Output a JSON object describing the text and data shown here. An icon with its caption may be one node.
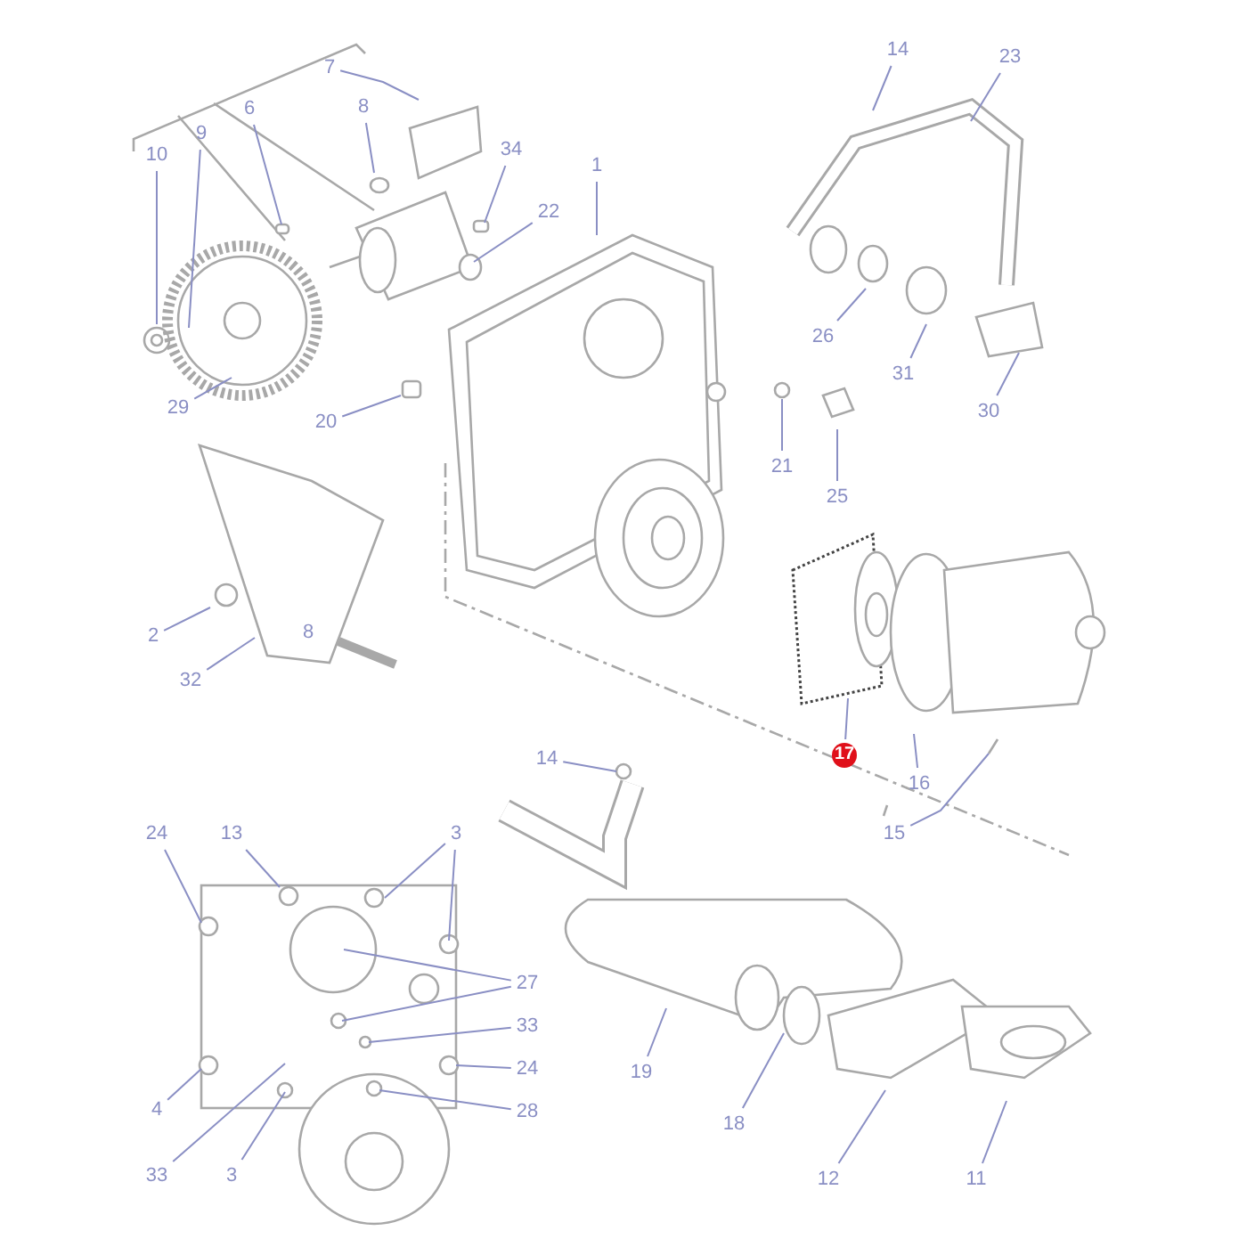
{
  "diagram": {
    "nodes": [
      {
        "text": [
          "14"
        ]
      },
      {
        "text": [
          "23"
        ]
      },
      {
        "text": [
          "7"
        ]
      },
      {
        "text": [
          "8"
        ]
      },
      {
        "text": [
          "6"
        ]
      },
      {
        "text": [
          "9"
        ]
      },
      {
        "text": [
          "34"
        ]
      },
      {
        "text": [
          "10"
        ]
      },
      {
        "text": [
          "1"
        ]
      },
      {
        "text": [
          "22"
        ]
      },
      {
        "text": [
          "26"
        ]
      },
      {
        "text": [
          "31"
        ]
      },
      {
        "text": [
          "29"
        ]
      },
      {
        "text": [
          "30"
        ]
      },
      {
        "text": [
          "20"
        ]
      },
      {
        "text": [
          "21"
        ]
      },
      {
        "text": [
          "25"
        ]
      },
      {
        "text": [
          "2"
        ]
      },
      {
        "text": [
          "32"
        ]
      },
      {
        "text": [
          "17"
        ]
      },
      {
        "text": [
          "14"
        ]
      },
      {
        "text": [
          "16"
        ]
      },
      {
        "text": [
          "15"
        ]
      },
      {
        "text": [
          "24"
        ]
      },
      {
        "text": [
          "13"
        ]
      },
      {
        "text": [
          "3"
        ]
      },
      {
        "text": [
          "27"
        ]
      },
      {
        "text": [
          "33"
        ]
      },
      {
        "text": [
          "24"
        ]
      },
      {
        "text": [
          "19"
        ]
      },
      {
        "text": [
          "4"
        ]
      },
      {
        "text": [
          "28"
        ]
      },
      {
        "text": [
          "18"
        ]
      },
      {
        "text": [
          "33"
        ]
      },
      {
        "text": [
          "3"
        ]
      },
      {
        "text": [
          "12"
        ]
      },
      {
        "text": [
          "11"
        ]
      }
    ],
    "edges": [
      {
        "from": 0,
        "to": null,
        "arrow": "none"
      },
      {
        "from": 1,
        "to": null,
        "arrow": "none"
      },
      {
        "from": 2,
        "to": null,
        "arrow": "none"
      },
      {
        "from": 3,
        "to": null,
        "arrow": "none"
      },
      {
        "from": 4,
        "to": null,
        "arrow": "none"
      },
      {
        "from": 5,
        "to": null,
        "arrow": "none"
      },
      {
        "from": 6,
        "to": null,
        "arrow": "none"
      },
      {
        "from": 7,
        "to": null,
        "arrow": "none"
      },
      {
        "from": 8,
        "to": null,
        "arrow": "none"
      },
      {
        "from": 9,
        "to": null,
        "arrow": "none"
      },
      {
        "from": 10,
        "to": null,
        "arrow": "none"
      },
      {
        "from": 11,
        "to": null,
        "arrow": "none"
      },
      {
        "from": 12,
        "to": null,
        "arrow": "none"
      },
      {
        "from": 13,
        "to": null,
        "arrow": "none"
      },
      {
        "from": 14,
        "to": null,
        "arrow": "none"
      },
      {
        "from": 15,
        "to": null,
        "arrow": "none"
      },
      {
        "from": 16,
        "to": null,
        "arrow": "none"
      },
      {
        "from": 17,
        "to": null,
        "arrow": "none"
      },
      {
        "from": 18,
        "to": null,
        "arrow": "none"
      },
      {
        "from": 19,
        "to": null,
        "arrow": "none"
      },
      {
        "from": 20,
        "to": null,
        "arrow": "none"
      },
      {
        "from": 21,
        "to": null,
        "arrow": "none"
      },
      {
        "from": 22,
        "to": null,
        "arrow": "none"
      },
      {
        "from": 23,
        "to": null,
        "arrow": "none"
      },
      {
        "from": 24,
        "to": null,
        "arrow": "none"
      },
      {
        "from": 25,
        "to": null,
        "arrow": "none"
      },
      {
        "from": 25,
        "to": null,
        "arrow": "none"
      },
      {
        "from": 26,
        "to": null,
        "arrow": "none"
      },
      {
        "from": 26,
        "to": null,
        "arrow": "none"
      },
      {
        "from": 27,
        "to": null,
        "arrow": "none"
      },
      {
        "from": 28,
        "to": null,
        "arrow": "none"
      },
      {
        "from": 29,
        "to": null,
        "arrow": "none"
      },
      {
        "from": 30,
        "to": null,
        "arrow": "none"
      },
      {
        "from": 31,
        "to": null,
        "arrow": "none"
      },
      {
        "from": 32,
        "to": null,
        "arrow": "none"
      },
      {
        "from": 33,
        "to": null,
        "arrow": "none"
      },
      {
        "from": 34,
        "to": null,
        "arrow": "none"
      },
      {
        "from": 35,
        "to": null,
        "arrow": "none"
      },
      {
        "from": 36,
        "to": null,
        "arrow": "none"
      }
    ],
    "labels": [
      "8"
    ]
  }
}
